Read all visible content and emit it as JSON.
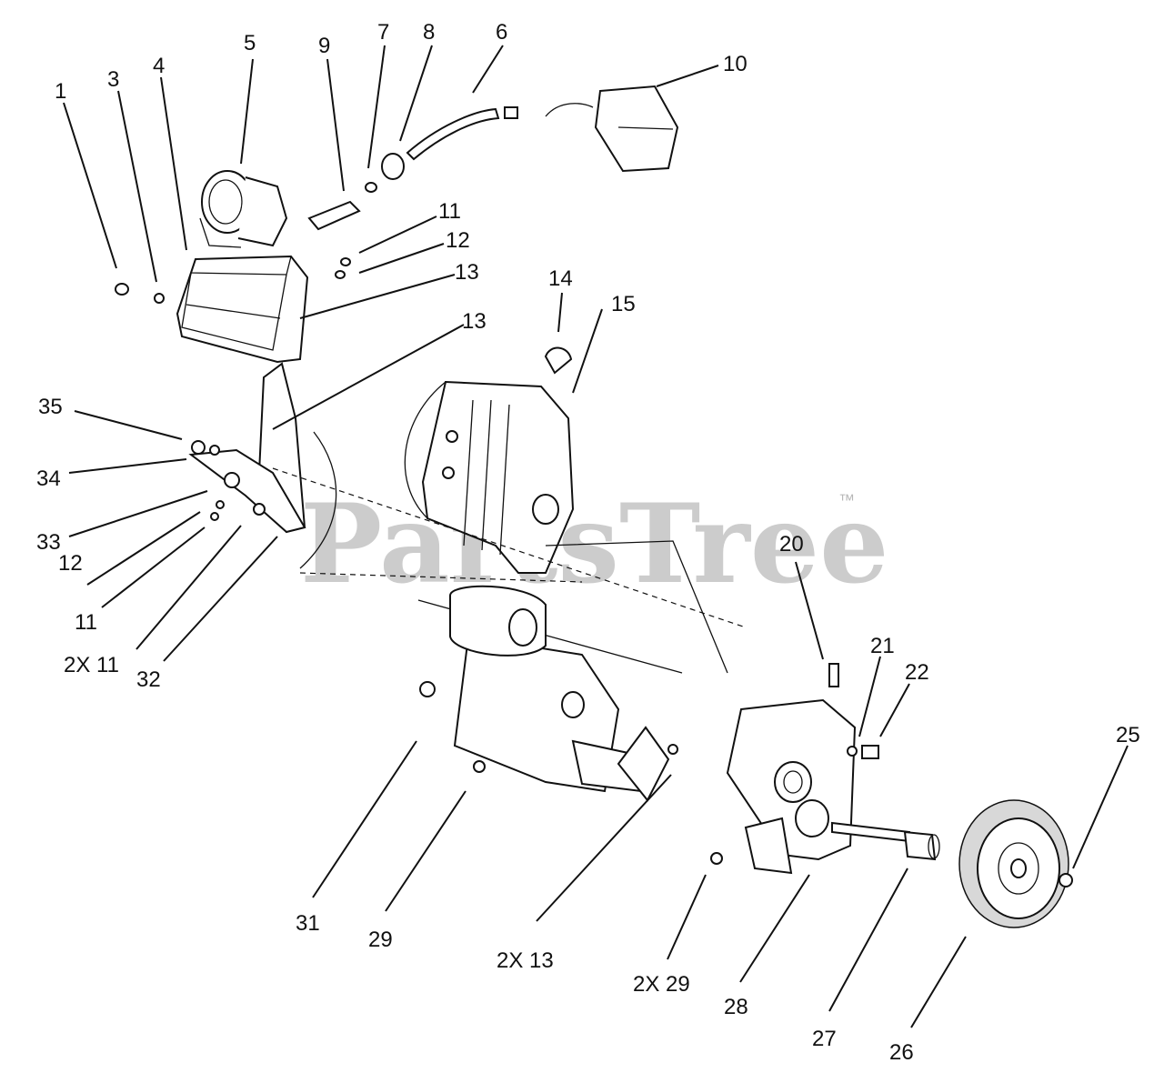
{
  "watermark": {
    "brand": "PartsTree",
    "trademark": "™"
  },
  "callouts": [
    {
      "id": "c1",
      "text": "1"
    },
    {
      "id": "c3",
      "text": "3"
    },
    {
      "id": "c4",
      "text": "4"
    },
    {
      "id": "c5",
      "text": "5"
    },
    {
      "id": "c9",
      "text": "9"
    },
    {
      "id": "c7",
      "text": "7"
    },
    {
      "id": "c8",
      "text": "8"
    },
    {
      "id": "c6",
      "text": "6"
    },
    {
      "id": "c10",
      "text": "10"
    },
    {
      "id": "c11a",
      "text": "11"
    },
    {
      "id": "c12a",
      "text": "12"
    },
    {
      "id": "c13a",
      "text": "13"
    },
    {
      "id": "c13b",
      "text": "13"
    },
    {
      "id": "c14",
      "text": "14"
    },
    {
      "id": "c15",
      "text": "15"
    },
    {
      "id": "c35",
      "text": "35"
    },
    {
      "id": "c34",
      "text": "34"
    },
    {
      "id": "c33",
      "text": "33"
    },
    {
      "id": "c12b",
      "text": "12"
    },
    {
      "id": "c11b",
      "text": "11"
    },
    {
      "id": "c2x11",
      "text": "2X 11"
    },
    {
      "id": "c32",
      "text": "32"
    },
    {
      "id": "c20",
      "text": "20"
    },
    {
      "id": "c21",
      "text": "21"
    },
    {
      "id": "c22",
      "text": "22"
    },
    {
      "id": "c25",
      "text": "25"
    },
    {
      "id": "c31",
      "text": "31"
    },
    {
      "id": "c29",
      "text": "29"
    },
    {
      "id": "c2x13",
      "text": "2X 13"
    },
    {
      "id": "c2x29",
      "text": "2X 29"
    },
    {
      "id": "c28",
      "text": "28"
    },
    {
      "id": "c27",
      "text": "27"
    },
    {
      "id": "c26",
      "text": "26"
    }
  ]
}
